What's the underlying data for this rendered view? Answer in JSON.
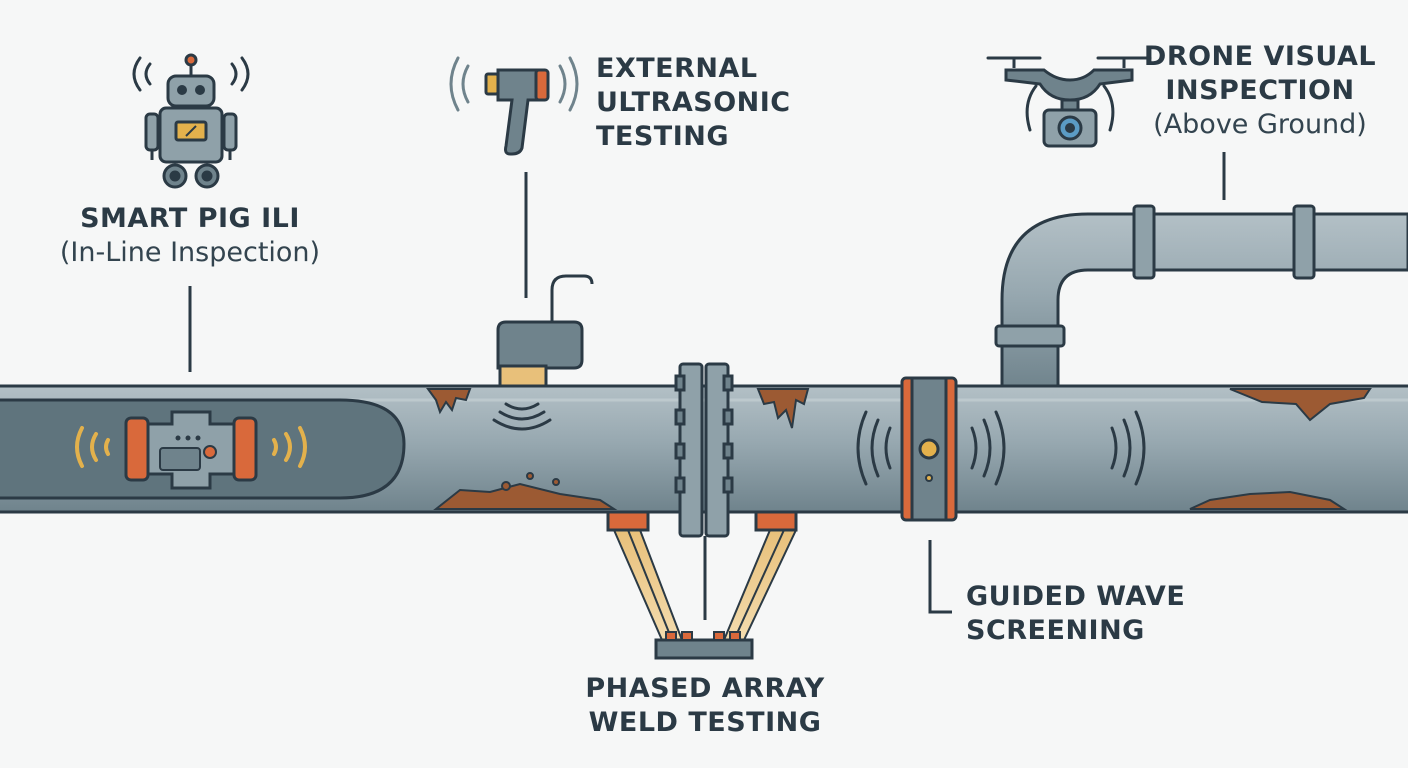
{
  "labels": {
    "smart_pig": {
      "title": "SMART PIG ILI",
      "subtitle": "(In-Line Inspection)"
    },
    "external_ut": {
      "line1": "EXTERNAL",
      "line2": "ULTRASONIC",
      "line3": "TESTING"
    },
    "drone": {
      "line1": "DRONE VISUAL",
      "line2": "INSPECTION",
      "subtitle": "(Above Ground)"
    },
    "phased_array": {
      "line1": "PHASED ARRAY",
      "line2": "WELD TESTING"
    },
    "guided_wave": {
      "line1": "GUIDED WAVE",
      "line2": "SCREENING"
    }
  },
  "icons": [
    "robot-icon",
    "ultrasonic-gun-icon",
    "drone-icon",
    "smart-pig-icon",
    "ut-probe-icon",
    "phased-array-icon",
    "guided-wave-collar-icon"
  ],
  "colors": {
    "pipe": "#93a5ad",
    "pipe_dark": "#6f838c",
    "outline": "#2b3a45",
    "accent_orange": "#d9693b",
    "accent_yellow": "#e3b14c",
    "rust": "#9c5a33"
  }
}
